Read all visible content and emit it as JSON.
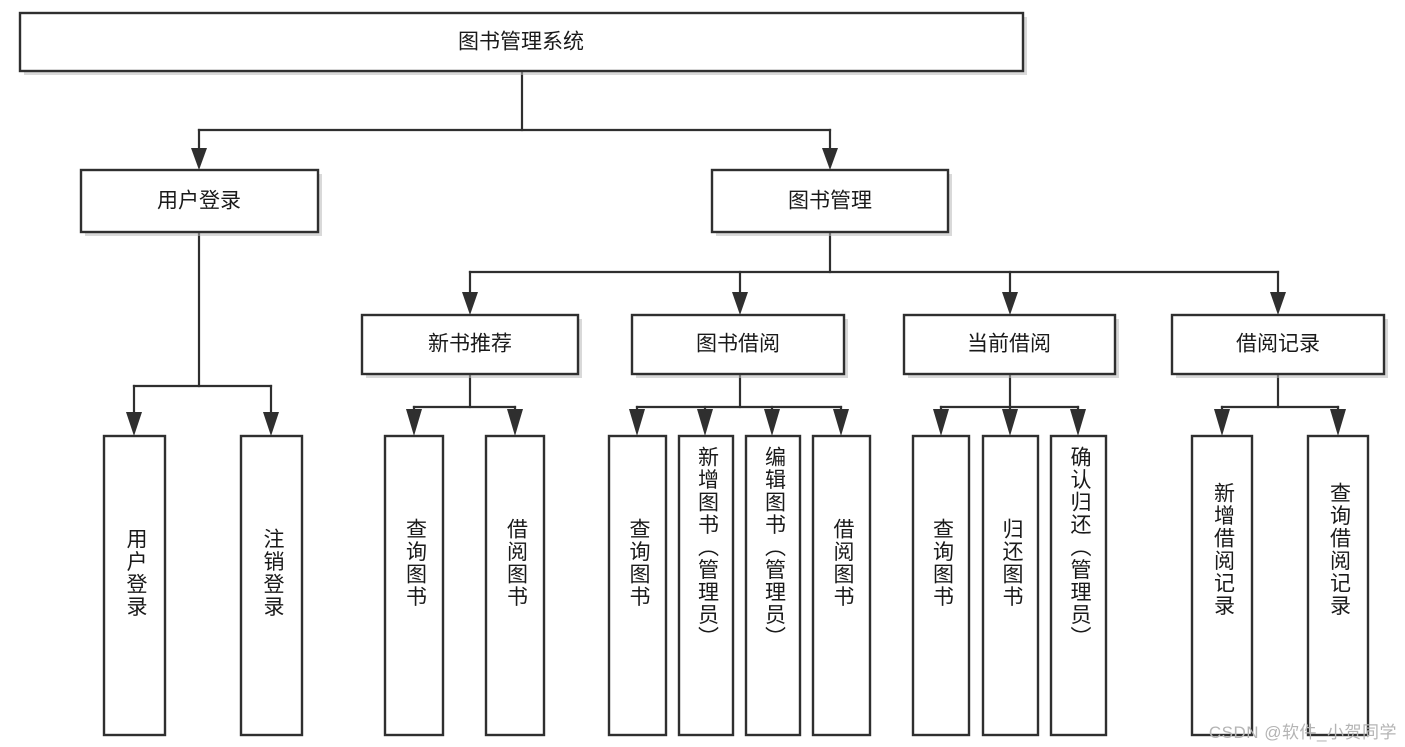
{
  "diagram": {
    "title": "图书管理系统",
    "type": "hierarchy-tree",
    "watermark": "CSDN @软件_小贺同学",
    "colors": {
      "box_stroke": "#2f2f2f",
      "box_fill": "#ffffff",
      "text": "#1a1a1a",
      "background": "#ffffff",
      "watermark": "#b4b4b4"
    },
    "levels": {
      "root": {
        "label": "图书管理系统"
      },
      "level2": [
        {
          "label": "用户登录"
        },
        {
          "label": "图书管理"
        }
      ],
      "level3": [
        {
          "label": "新书推荐"
        },
        {
          "label": "图书借阅"
        },
        {
          "label": "当前借阅"
        },
        {
          "label": "借阅记录"
        }
      ],
      "leaves": [
        {
          "label": "用户登录",
          "parent": "用户登录"
        },
        {
          "label": "注销登录",
          "parent": "用户登录"
        },
        {
          "label": "查询图书",
          "parent": "新书推荐"
        },
        {
          "label": "借阅图书",
          "parent": "新书推荐"
        },
        {
          "label": "查询图书",
          "parent": "图书借阅"
        },
        {
          "label": "新增图书（管理员）",
          "parent": "图书借阅"
        },
        {
          "label": "编辑图书（管理员）",
          "parent": "图书借阅"
        },
        {
          "label": "借阅图书",
          "parent": "图书借阅"
        },
        {
          "label": "查询图书",
          "parent": "当前借阅"
        },
        {
          "label": "归还图书",
          "parent": "当前借阅"
        },
        {
          "label": "确认归还（管理员）",
          "parent": "当前借阅"
        },
        {
          "label": "新增借阅记录",
          "parent": "借阅记录"
        },
        {
          "label": "查询借阅记录",
          "parent": "借阅记录"
        }
      ]
    }
  }
}
